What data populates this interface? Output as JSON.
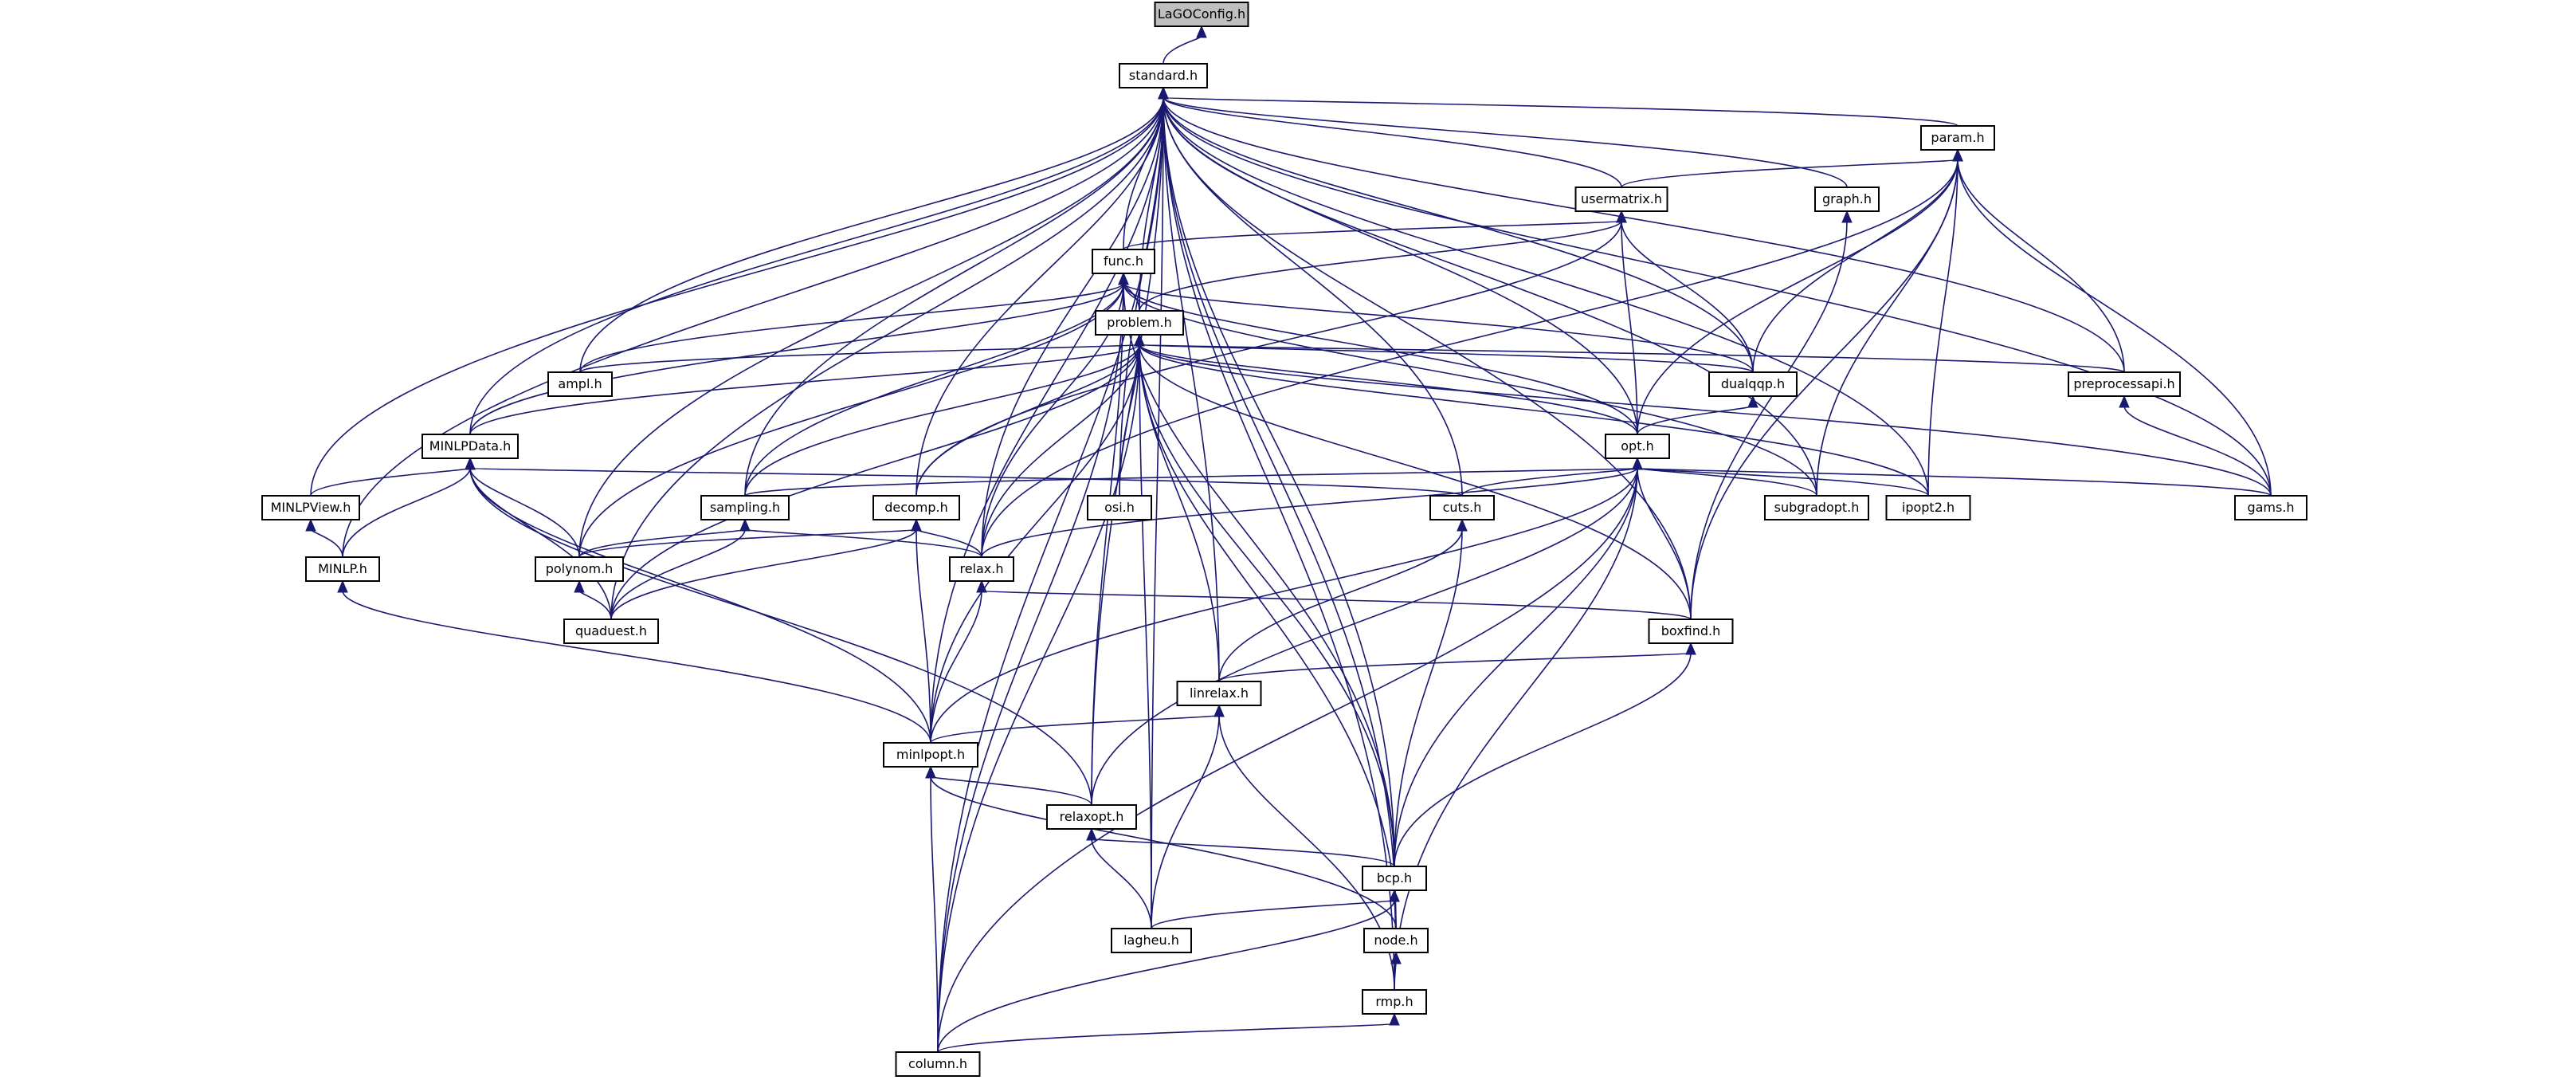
{
  "graph": {
    "nodes": [
      {
        "id": "LaGOConfig",
        "label": "LaGOConfig.h",
        "root": true
      },
      {
        "id": "standard",
        "label": "standard.h"
      },
      {
        "id": "param",
        "label": "param.h"
      },
      {
        "id": "usermatrix",
        "label": "usermatrix.h"
      },
      {
        "id": "graph",
        "label": "graph.h"
      },
      {
        "id": "func",
        "label": "func.h"
      },
      {
        "id": "problem",
        "label": "problem.h"
      },
      {
        "id": "ampl",
        "label": "ampl.h"
      },
      {
        "id": "dualqqp",
        "label": "dualqqp.h"
      },
      {
        "id": "preprocessapi",
        "label": "preprocessapi.h"
      },
      {
        "id": "MINLPData",
        "label": "MINLPData.h"
      },
      {
        "id": "opt",
        "label": "opt.h"
      },
      {
        "id": "MINLPView",
        "label": "MINLPView.h"
      },
      {
        "id": "sampling",
        "label": "sampling.h"
      },
      {
        "id": "decomp",
        "label": "decomp.h"
      },
      {
        "id": "osi",
        "label": "osi.h"
      },
      {
        "id": "cuts",
        "label": "cuts.h"
      },
      {
        "id": "subgradopt",
        "label": "subgradopt.h"
      },
      {
        "id": "ipopt2",
        "label": "ipopt2.h"
      },
      {
        "id": "gams",
        "label": "gams.h"
      },
      {
        "id": "MINLP",
        "label": "MINLP.h"
      },
      {
        "id": "polynom",
        "label": "polynom.h"
      },
      {
        "id": "relax",
        "label": "relax.h"
      },
      {
        "id": "quaduest",
        "label": "quaduest.h"
      },
      {
        "id": "boxfind",
        "label": "boxfind.h"
      },
      {
        "id": "linrelax",
        "label": "linrelax.h"
      },
      {
        "id": "minlpopt",
        "label": "minlpopt.h"
      },
      {
        "id": "relaxopt",
        "label": "relaxopt.h"
      },
      {
        "id": "bcp",
        "label": "bcp.h"
      },
      {
        "id": "lagheu",
        "label": "lagheu.h"
      },
      {
        "id": "node",
        "label": "node.h"
      },
      {
        "id": "rmp",
        "label": "rmp.h"
      },
      {
        "id": "column",
        "label": "column.h"
      }
    ],
    "edges": [
      [
        "standard",
        "LaGOConfig"
      ],
      [
        "param",
        "standard"
      ],
      [
        "usermatrix",
        "standard"
      ],
      [
        "graph",
        "standard"
      ],
      [
        "func",
        "standard"
      ],
      [
        "problem",
        "standard"
      ],
      [
        "ampl",
        "standard"
      ],
      [
        "dualqqp",
        "standard"
      ],
      [
        "preprocessapi",
        "standard"
      ],
      [
        "MINLPData",
        "standard"
      ],
      [
        "opt",
        "standard"
      ],
      [
        "MINLPView",
        "standard"
      ],
      [
        "sampling",
        "standard"
      ],
      [
        "decomp",
        "standard"
      ],
      [
        "osi",
        "standard"
      ],
      [
        "cuts",
        "standard"
      ],
      [
        "subgradopt",
        "standard"
      ],
      [
        "ipopt2",
        "standard"
      ],
      [
        "gams",
        "standard"
      ],
      [
        "MINLP",
        "standard"
      ],
      [
        "polynom",
        "standard"
      ],
      [
        "relax",
        "standard"
      ],
      [
        "quaduest",
        "standard"
      ],
      [
        "boxfind",
        "standard"
      ],
      [
        "linrelax",
        "standard"
      ],
      [
        "minlpopt",
        "standard"
      ],
      [
        "relaxopt",
        "standard"
      ],
      [
        "bcp",
        "standard"
      ],
      [
        "lagheu",
        "standard"
      ],
      [
        "node",
        "standard"
      ],
      [
        "rmp",
        "standard"
      ],
      [
        "column",
        "standard"
      ],
      [
        "usermatrix",
        "param"
      ],
      [
        "dualqqp",
        "param"
      ],
      [
        "preprocessapi",
        "param"
      ],
      [
        "opt",
        "param"
      ],
      [
        "subgradopt",
        "param"
      ],
      [
        "ipopt2",
        "param"
      ],
      [
        "gams",
        "param"
      ],
      [
        "boxfind",
        "param"
      ],
      [
        "relax",
        "param"
      ],
      [
        "func",
        "usermatrix"
      ],
      [
        "problem",
        "usermatrix"
      ],
      [
        "dualqqp",
        "usermatrix"
      ],
      [
        "opt",
        "usermatrix"
      ],
      [
        "decomp",
        "usermatrix"
      ],
      [
        "boxfind",
        "graph"
      ],
      [
        "problem",
        "func"
      ],
      [
        "ampl",
        "func"
      ],
      [
        "dualqqp",
        "func"
      ],
      [
        "MINLPData",
        "func"
      ],
      [
        "opt",
        "func"
      ],
      [
        "sampling",
        "func"
      ],
      [
        "polynom",
        "func"
      ],
      [
        "relax",
        "func"
      ],
      [
        "bcp",
        "func"
      ],
      [
        "column",
        "func"
      ],
      [
        "subgradopt",
        "func"
      ],
      [
        "relaxopt",
        "func"
      ],
      [
        "ampl",
        "problem"
      ],
      [
        "dualqqp",
        "problem"
      ],
      [
        "preprocessapi",
        "problem"
      ],
      [
        "MINLPData",
        "problem"
      ],
      [
        "opt",
        "problem"
      ],
      [
        "sampling",
        "problem"
      ],
      [
        "decomp",
        "problem"
      ],
      [
        "osi",
        "problem"
      ],
      [
        "relax",
        "problem"
      ],
      [
        "gams",
        "problem"
      ],
      [
        "ipopt2",
        "problem"
      ],
      [
        "boxfind",
        "problem"
      ],
      [
        "linrelax",
        "problem"
      ],
      [
        "minlpopt",
        "problem"
      ],
      [
        "bcp",
        "problem"
      ],
      [
        "lagheu",
        "problem"
      ],
      [
        "node",
        "problem"
      ],
      [
        "column",
        "problem"
      ],
      [
        "quaduest",
        "problem"
      ],
      [
        "opt",
        "dualqqp"
      ],
      [
        "gams",
        "preprocessapi"
      ],
      [
        "MINLPView",
        "MINLPData"
      ],
      [
        "MINLP",
        "MINLPData"
      ],
      [
        "polynom",
        "MINLPData"
      ],
      [
        "quaduest",
        "MINLPData"
      ],
      [
        "minlpopt",
        "MINLPData"
      ],
      [
        "relaxopt",
        "MINLPData"
      ],
      [
        "cuts",
        "MINLPData"
      ],
      [
        "sampling",
        "opt"
      ],
      [
        "cuts",
        "opt"
      ],
      [
        "subgradopt",
        "opt"
      ],
      [
        "ipopt2",
        "opt"
      ],
      [
        "gams",
        "opt"
      ],
      [
        "relax",
        "opt"
      ],
      [
        "boxfind",
        "opt"
      ],
      [
        "minlpopt",
        "opt"
      ],
      [
        "relaxopt",
        "opt"
      ],
      [
        "bcp",
        "opt"
      ],
      [
        "rmp",
        "opt"
      ],
      [
        "column",
        "opt"
      ],
      [
        "MINLP",
        "MINLPView"
      ],
      [
        "polynom",
        "sampling"
      ],
      [
        "quaduest",
        "sampling"
      ],
      [
        "relax",
        "sampling"
      ],
      [
        "relax",
        "decomp"
      ],
      [
        "polynom",
        "decomp"
      ],
      [
        "quaduest",
        "decomp"
      ],
      [
        "minlpopt",
        "decomp"
      ],
      [
        "linrelax",
        "cuts"
      ],
      [
        "bcp",
        "cuts"
      ],
      [
        "minlpopt",
        "MINLP"
      ],
      [
        "quaduest",
        "polynom"
      ],
      [
        "boxfind",
        "relax"
      ],
      [
        "minlpopt",
        "relax"
      ],
      [
        "linrelax",
        "boxfind"
      ],
      [
        "bcp",
        "boxfind"
      ],
      [
        "minlpopt",
        "linrelax"
      ],
      [
        "lagheu",
        "linrelax"
      ],
      [
        "rmp",
        "linrelax"
      ],
      [
        "relaxopt",
        "minlpopt"
      ],
      [
        "column",
        "minlpopt"
      ],
      [
        "node",
        "minlpopt"
      ],
      [
        "bcp",
        "relaxopt"
      ],
      [
        "lagheu",
        "relaxopt"
      ],
      [
        "lagheu",
        "bcp"
      ],
      [
        "node",
        "bcp"
      ],
      [
        "column",
        "bcp"
      ],
      [
        "bcp",
        "node"
      ],
      [
        "rmp",
        "node"
      ],
      [
        "column",
        "rmp"
      ]
    ]
  }
}
